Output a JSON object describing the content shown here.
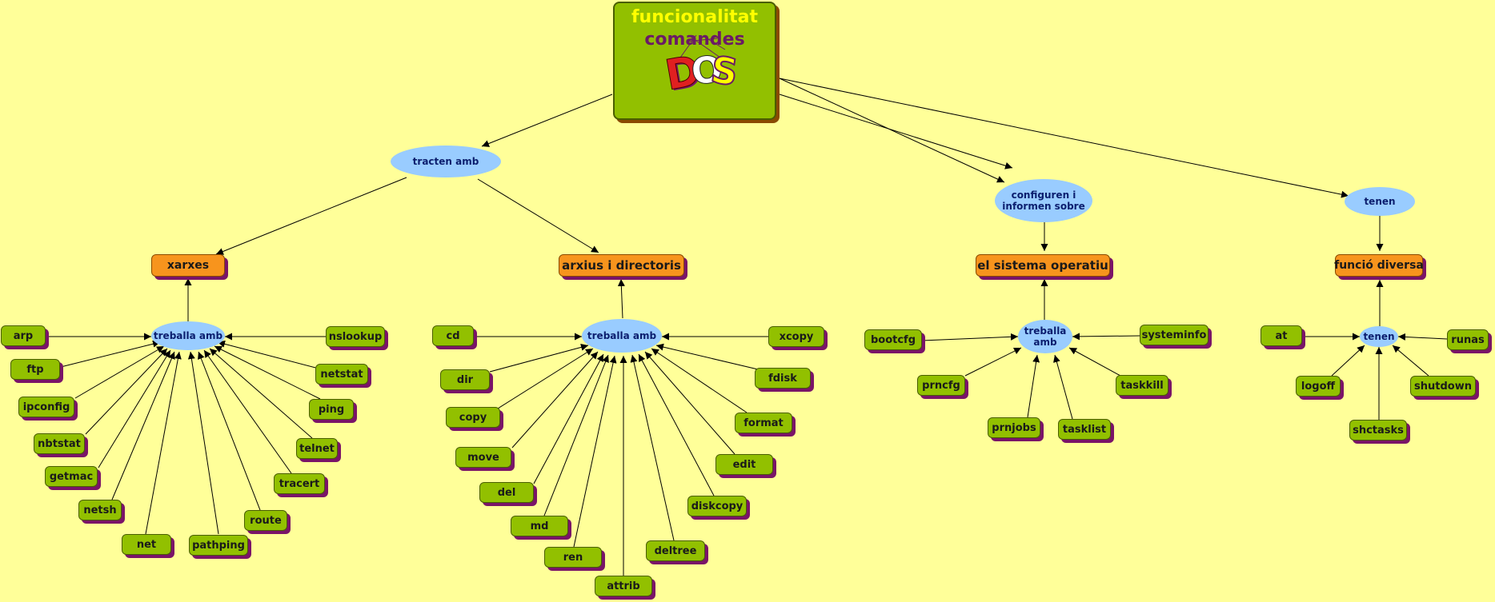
{
  "root": {
    "title_line1": "funcionalitat",
    "title_line2": "comandes",
    "logo_text": "DOS",
    "logo_colors": [
      "#e02020",
      "#ffff00",
      "#7a1468"
    ]
  },
  "colors": {
    "background": "#ffff99",
    "leaf": "#92c000",
    "category": "#f7941d",
    "link_phrase": "#99ccff",
    "shadow": "#7a1468"
  },
  "links": {
    "tracten": "tracten amb",
    "configuren": "configuren i informen sobre",
    "tenen_top": "tenen",
    "treballa_xarxes": "treballa amb",
    "treballa_arxius": "treballa amb",
    "treballa_sistema": "treballa amb",
    "tenen_funcio": "tenen"
  },
  "categories": {
    "xarxes": "xarxes",
    "arxius": "arxius i directoris",
    "sistema": "el sistema operatiu",
    "funcio": "funció diversa"
  },
  "commands": {
    "xarxes": [
      "arp",
      "ftp",
      "ipconfig",
      "nbtstat",
      "getmac",
      "netsh",
      "net",
      "pathping",
      "route",
      "tracert",
      "telnet",
      "ping",
      "netstat",
      "nslookup"
    ],
    "arxius": [
      "cd",
      "dir",
      "copy",
      "move",
      "del",
      "md",
      "ren",
      "attrib",
      "deltree",
      "diskcopy",
      "edit",
      "format",
      "fdisk",
      "xcopy"
    ],
    "sistema": [
      "bootcfg",
      "prncfg",
      "prnjobs",
      "tasklist",
      "taskkill",
      "systeminfo"
    ],
    "funcio": [
      "at",
      "logoff",
      "shctasks",
      "shutdown",
      "runas"
    ]
  }
}
